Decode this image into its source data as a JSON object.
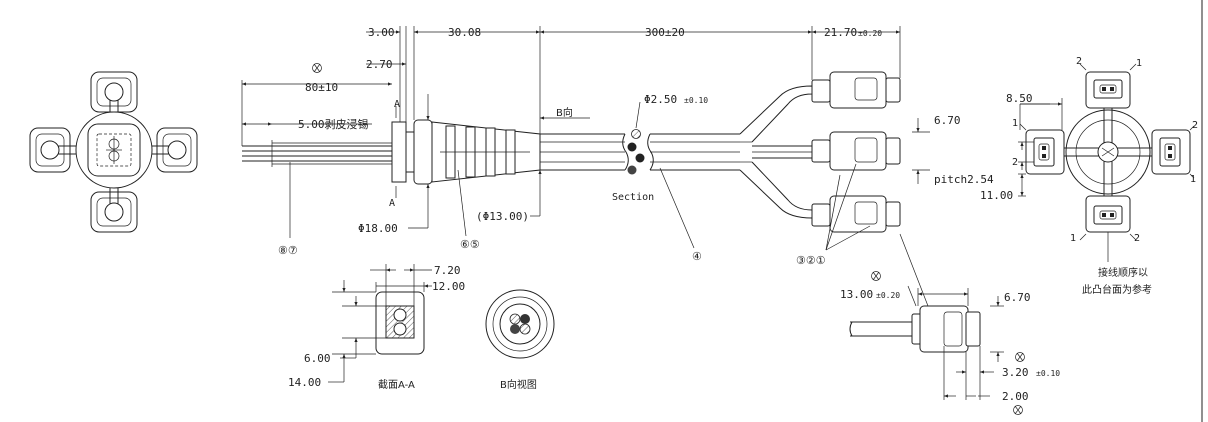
{
  "dimensions": {
    "d_3_00": "3.00",
    "d_30_08": "30.08",
    "d_300": "300±20",
    "d_21_70": "21.70",
    "d_21_70_tol": "±0.20",
    "d_2_70": "2.70",
    "d_80": "80±10",
    "d_5_00": "5.00剥皮浸锡",
    "d_phi_2_50": "Φ2.50",
    "d_phi_2_50_tol": "±0.10",
    "d_phi_18": "Φ18.00",
    "d_phi_13": "(Φ13.00)",
    "d_6_70_a": "6.70",
    "d_6_70_b": "6.70",
    "d_8_50": "8.50",
    "d_pitch": "pitch2.54",
    "d_11_00": "11.00",
    "d_7_20": "7.20",
    "d_12_00": "12.00",
    "d_6_00": "6.00",
    "d_14_00": "14.00",
    "d_13_00": "13.00",
    "d_13_00_tol": "±0.20",
    "d_3_20": "3.20",
    "d_3_20_tol": "±0.10",
    "d_2_00": "2.00"
  },
  "labels": {
    "section_a_top": "A",
    "section_a_bottom": "A",
    "b_direction": "B向",
    "section_word": "Section",
    "section_aa": "截面A-A",
    "b_view": "B向视图",
    "wiring_note_1": "接线顺序以",
    "wiring_note_2": "此凸台面为参考",
    "callout_87": "⑧⑦",
    "callout_65": "⑥⑤",
    "callout_4": "④",
    "callout_321": "③②①",
    "pin_1_top": "1",
    "pin_2_top": "2",
    "pin_1_left": "1",
    "pin_2_left": "2",
    "pin_2_right": "2",
    "pin_1_right": "1",
    "pin_1_bottom": "1",
    "pin_2_bottom": "2"
  },
  "icons": {
    "critical_symbol": "critical-dimension-icon"
  }
}
